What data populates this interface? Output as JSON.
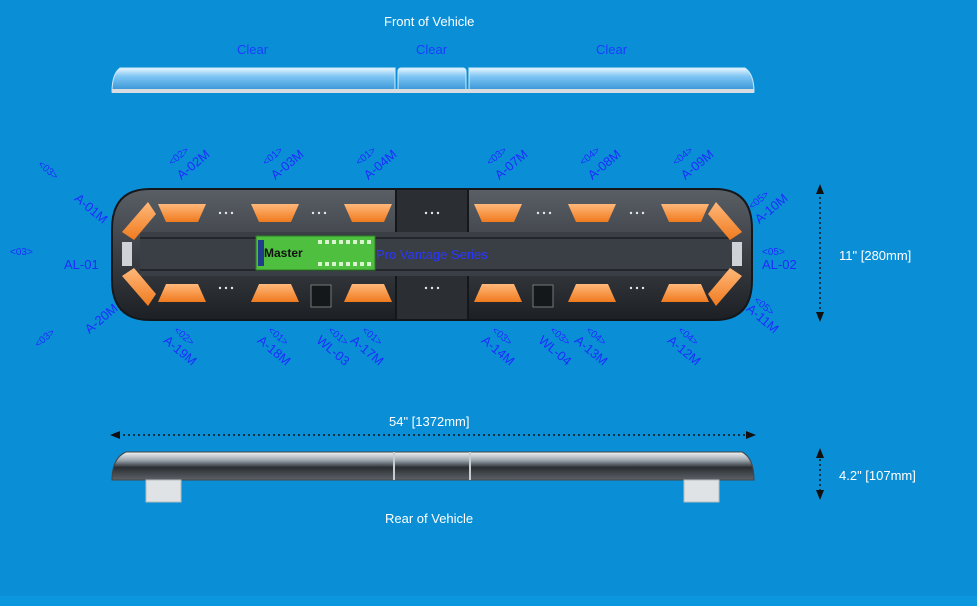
{
  "titles": {
    "front": "Front of Vehicle",
    "rear": "Rear of Vehicle"
  },
  "lens_labels": [
    "Clear",
    "Clear",
    "Clear"
  ],
  "dimensions": {
    "length": "54\" [1372mm]",
    "depth": "11\" [280mm]",
    "height": "4.2\" [107mm]"
  },
  "pcb": {
    "master": "Master",
    "series": "Pro Vantage Series"
  },
  "modules": [
    {
      "id": "A-02M",
      "code": "<02>"
    },
    {
      "id": "A-03M",
      "code": "<01>"
    },
    {
      "id": "A-04M",
      "code": "<01>"
    },
    {
      "id": "A-07M",
      "code": "<03>"
    },
    {
      "id": "A-08M",
      "code": "<04>"
    },
    {
      "id": "A-09M",
      "code": "<04>"
    },
    {
      "id": "A-19M",
      "code": "<02>"
    },
    {
      "id": "A-18M",
      "code": "<01>"
    },
    {
      "id": "WL-03",
      "code": "<01>"
    },
    {
      "id": "A-17M",
      "code": "<01>"
    },
    {
      "id": "A-14M",
      "code": "<03>"
    },
    {
      "id": "WL-04",
      "code": "<03>"
    },
    {
      "id": "A-13M",
      "code": "<04>"
    },
    {
      "id": "A-12M",
      "code": "<04>"
    }
  ],
  "corner_modules": [
    {
      "id": "A-01M",
      "code": "<03>"
    },
    {
      "id": "AL-01",
      "code": "<03>"
    },
    {
      "id": "A-20M",
      "code": "<03>"
    },
    {
      "id": "A-10M",
      "code": "<05>"
    },
    {
      "id": "AL-02",
      "code": "<05>"
    },
    {
      "id": "A-11M",
      "code": "<05>"
    }
  ]
}
